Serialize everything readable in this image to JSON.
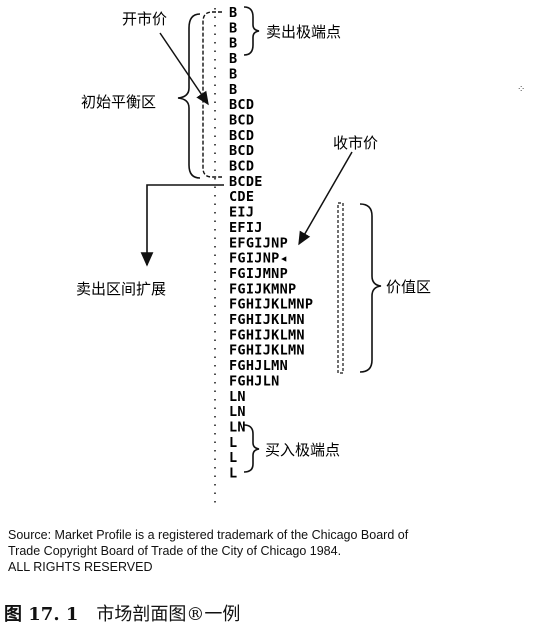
{
  "profile_rows": [
    "B",
    "B",
    "B",
    "B",
    "B",
    "B",
    "BCD",
    "BCD",
    "BCD",
    "BCD",
    "BCD",
    "BCDE",
    "CDE",
    "EIJ",
    "EFIJ",
    "EFGIJNP",
    "FGIJNP◂",
    "FGIJMNP",
    "FGIJKMNP",
    "FGHIJKLMNP",
    "FGHIJKLMN",
    "FGHIJKLMN",
    "FGHIJKLMN",
    "FGHJLMN",
    "FGHJLN",
    "LN",
    "LN",
    "LN",
    "L",
    "L",
    "L"
  ],
  "labels": {
    "open_price": "开市价",
    "initial_balance": "初始平衡区",
    "selling_extreme": "卖出极端点",
    "close_price": "收市价",
    "selling_range_extension": "卖出区间扩展",
    "value_area": "价值区",
    "buying_extreme": "买入极端点"
  },
  "source": {
    "line1": "Source:  Market Profile is a registered trademark of the Chicago Board of",
    "line2": "Trade Copyright Board of Trade of the City of Chicago 1984.",
    "line3": "ALL RIGHTS RESERVED"
  },
  "caption": {
    "number": "图 17. 1",
    "title": "市场剖面图®一例"
  }
}
